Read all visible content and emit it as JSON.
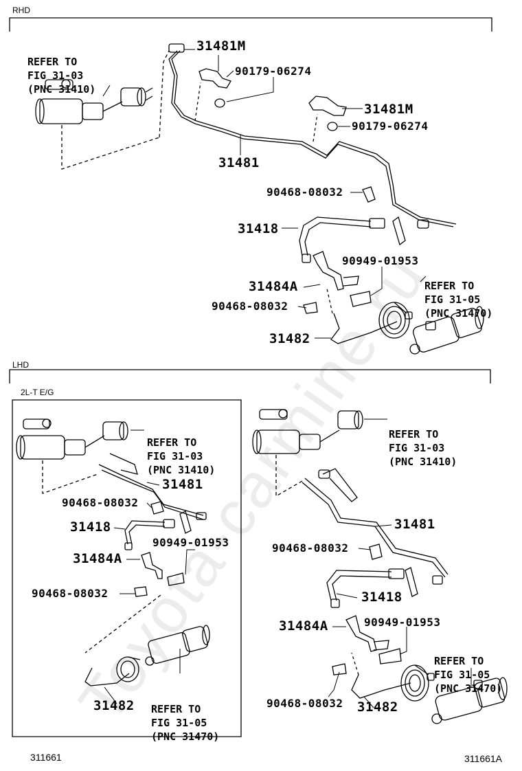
{
  "watermark": "Toyota-carmine.ru",
  "sections": {
    "rhd": "RHD",
    "lhd": "LHD",
    "engine_box": "2L-T E/G"
  },
  "rhd": {
    "ref_master": [
      "REFER TO",
      "FIG 31-03",
      "(PNC 31410)"
    ],
    "ref_release": [
      "REFER TO",
      "FIG 31-05",
      "(PNC 31470)"
    ],
    "parts": {
      "bracket_1": "31481M",
      "bracket_2": "31481M",
      "nut_1": "90179-06274",
      "nut_2": "90179-06274",
      "tube": "31481",
      "clip_1": "90468-08032",
      "hose": "31418",
      "bracket_3": "31484A",
      "clip_2": "90468-08032",
      "clip_3": "90949-01953",
      "release_tube": "31482"
    }
  },
  "lhd_left": {
    "ref_master": [
      "REFER TO",
      "FIG 31-03",
      "(PNC 31410)"
    ],
    "ref_release": [
      "REFER TO",
      "FIG 31-05",
      "(PNC 31470)"
    ],
    "parts": {
      "tube": "31481",
      "clip_1": "90468-08032",
      "hose": "31418",
      "clip_3": "90949-01953",
      "bracket_3": "31484A",
      "clip_2": "90468-08032",
      "release_tube": "31482"
    }
  },
  "lhd_right": {
    "ref_master": [
      "REFER TO",
      "FIG 31-03",
      "(PNC 31410)"
    ],
    "ref_release": [
      "REFER TO",
      "FIG 31-05",
      "(PNC 31470)"
    ],
    "parts": {
      "tube": "31481",
      "clip_1": "90468-08032",
      "hose": "31418",
      "bracket_3": "31484A",
      "clip_3": "90949-01953",
      "clip_2": "90468-08032",
      "release_tube": "31482"
    }
  },
  "footer": {
    "left_code": "311661",
    "right_code": "311661A"
  }
}
